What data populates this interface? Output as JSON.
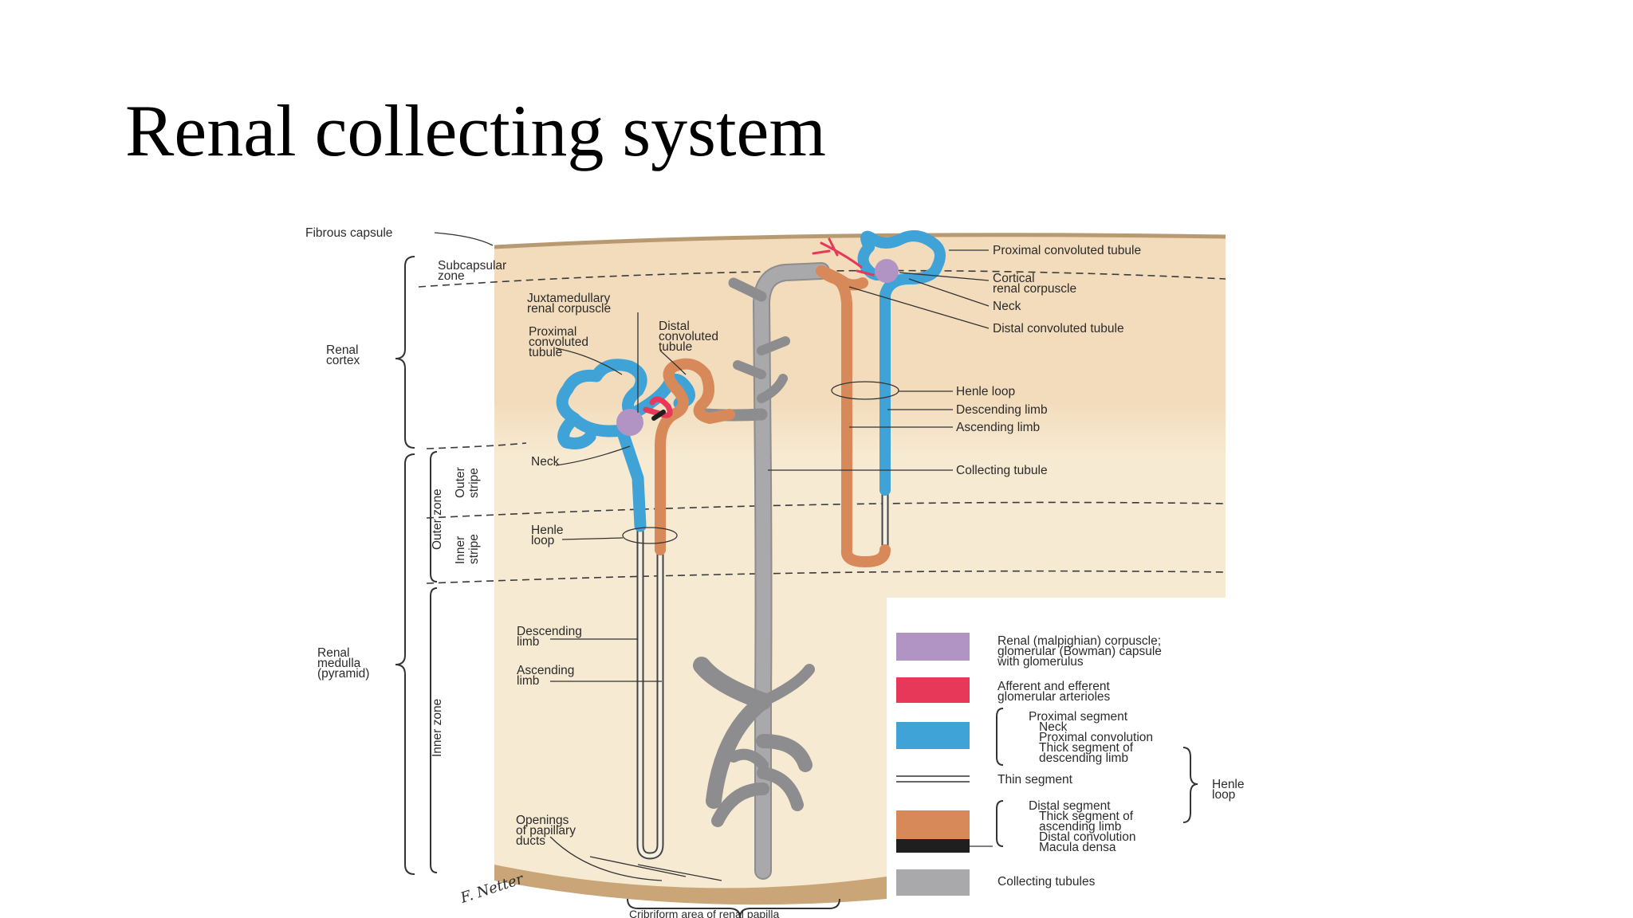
{
  "slide": {
    "title": "Renal collecting system"
  },
  "colors": {
    "corpuscle": "#b294c4",
    "arterioles": "#e8385a",
    "proximal": "#3fa3d8",
    "thin": "#f4f0e4",
    "distal": "#d8895a",
    "macula": "#1f1f1f",
    "collecting": "#a9a9ab",
    "cortex_bg": "#f3dcbc",
    "medulla_bg": "#f6ead2"
  },
  "diagram": {
    "fibrous_capsule": "Fibrous capsule",
    "subcapsular_zone": [
      "Subcapsular",
      "zone"
    ],
    "renal_cortex": [
      "Renal",
      "cortex"
    ],
    "renal_medulla": [
      "Renal",
      "medulla",
      "(pyramid)"
    ],
    "outer_zone": "Outer zone",
    "inner_zone": "Inner zone",
    "outer_stripe": [
      "Outer",
      "stripe"
    ],
    "inner_stripe": [
      "Inner",
      "stripe"
    ],
    "juxtamedullary": [
      "Juxtamedullary",
      "renal corpuscle"
    ],
    "proximal_left": [
      "Proximal",
      "convoluted",
      "tubule"
    ],
    "distal_left": [
      "Distal",
      "convoluted",
      "tubule"
    ],
    "neck_left": "Neck",
    "henle_left": [
      "Henle",
      "loop"
    ],
    "descending_left": [
      "Descending",
      "limb"
    ],
    "ascending_left": [
      "Ascending",
      "limb"
    ],
    "openings": [
      "Openings",
      "of papillary",
      "ducts"
    ],
    "cribriform": "Cribriform area of renal papilla",
    "signature": "F. Netter",
    "proximal_right": "Proximal convoluted tubule",
    "cortical": [
      "Cortical",
      "renal corpuscle"
    ],
    "neck_right": "Neck",
    "distal_right": "Distal convoluted tubule",
    "henle_right": "Henle loop",
    "descending_right": "Descending limb",
    "ascending_right": "Ascending limb",
    "collecting_tubule": "Collecting tubule"
  },
  "legend": {
    "corpuscle": [
      "Renal (malpighian) corpuscle;",
      "glomerular (Bowman) capsule",
      "with glomerulus"
    ],
    "arterioles": [
      "Afferent and efferent",
      "glomerular arterioles"
    ],
    "proximal": [
      "Proximal segment",
      "Neck",
      "Proximal convolution",
      "Thick segment of",
      "descending limb"
    ],
    "thin": "Thin segment",
    "distal": [
      "Distal segment",
      "Thick segment of",
      "ascending limb",
      "Distal convolution"
    ],
    "macula": "Macula densa",
    "collecting": "Collecting tubules",
    "henle": [
      "Henle",
      "loop"
    ]
  }
}
